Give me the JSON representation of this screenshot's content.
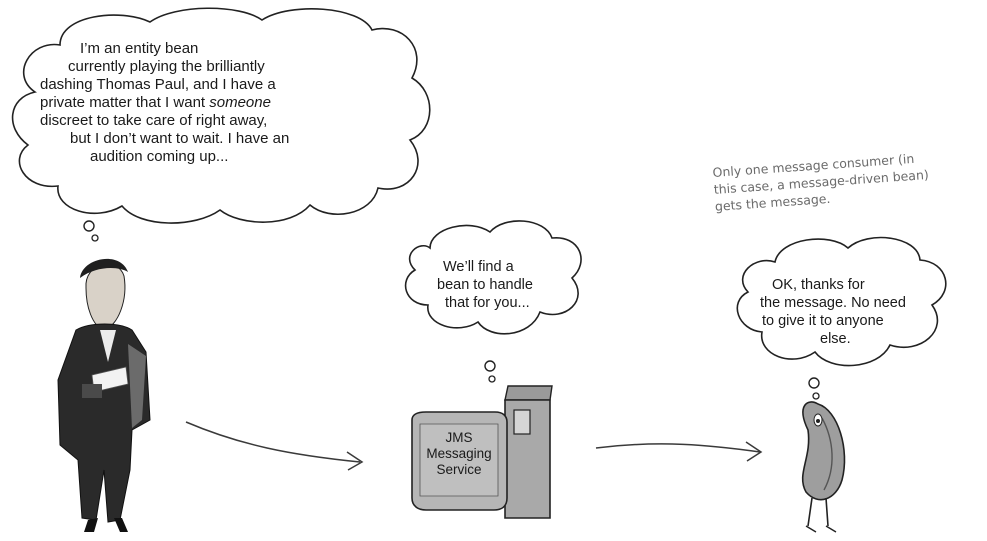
{
  "entity_bubble": {
    "lines": [
      "I’m an entity bean",
      "currently playing the brilliantly",
      "dashing Thomas Paul, and I have a",
      "private matter that I want ",
      "discreet to take care of right away,",
      "but I don’t want to wait. I have an",
      "audition coming up..."
    ],
    "emphasis": "someone"
  },
  "jms_bubble": {
    "lines": [
      "We’ll find a",
      "bean to handle",
      "that for you..."
    ]
  },
  "consumer_bubble": {
    "lines": [
      "OK, thanks for",
      "the message. No need",
      "to give it to anyone",
      "else."
    ]
  },
  "annotation": {
    "lines": [
      "Only one message consumer (in",
      "this case, a message-driven bean)",
      "gets the message."
    ]
  },
  "jms_box": {
    "lines": [
      "JMS",
      "Messaging",
      "Service"
    ]
  }
}
